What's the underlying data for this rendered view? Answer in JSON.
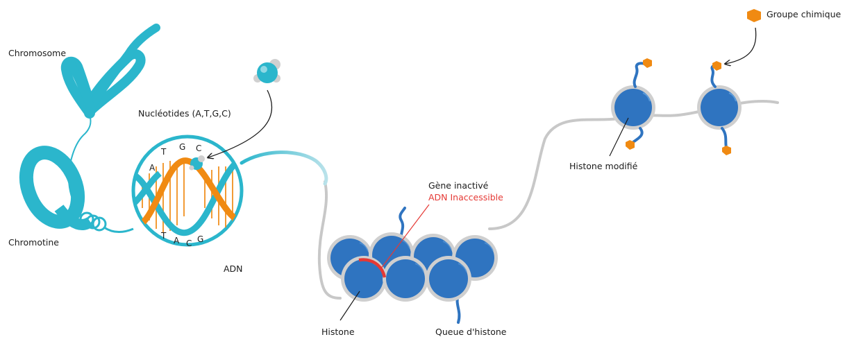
{
  "labels": {
    "chromosome": "Chromosome",
    "chromatine": "Chromotine",
    "nucleotides": "Nucléotides (A,T,G,C)",
    "adn": "ADN",
    "gene_inactive": "Gène inactivé",
    "adn_inaccessible": "ADN Inaccessible",
    "histone": "Histone",
    "queue_histone": "Queue d'histone",
    "histone_modifie": "Histone modifié",
    "groupe_chimique": "Groupe chimique"
  },
  "bases": {
    "top": [
      "A",
      "T",
      "G",
      "C"
    ],
    "bottom": [
      "T",
      "A",
      "C",
      "G"
    ]
  },
  "colors": {
    "teal": "#2bb6cc",
    "teal_light": "#a7dce6",
    "orange": "#f08a12",
    "histone_blue": "#2f74c0",
    "histone_ring": "#cfcfcf",
    "dna_fiber": "#c8c8c8",
    "red": "#e53935",
    "ink": "#1b1b1b"
  }
}
